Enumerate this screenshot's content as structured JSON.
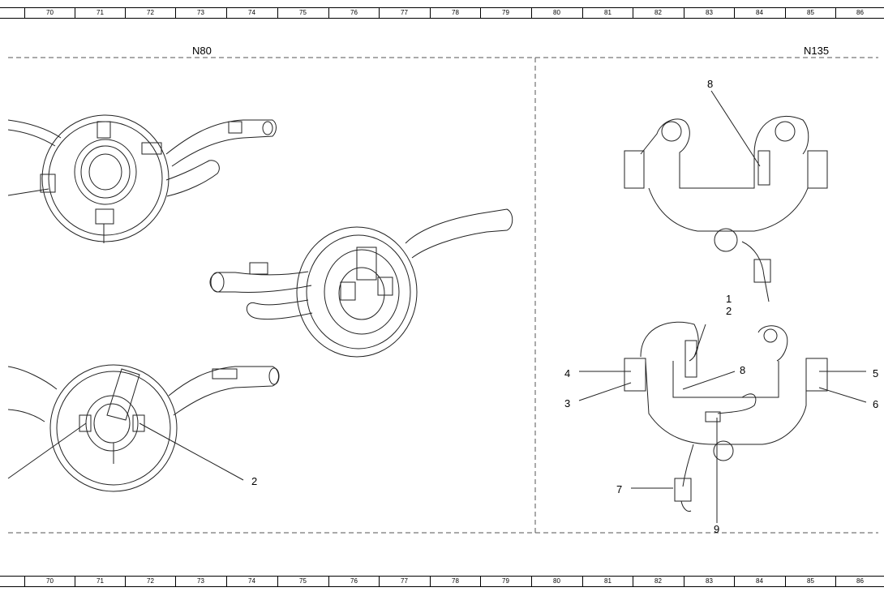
{
  "ruler": [
    "70",
    "71",
    "72",
    "73",
    "74",
    "75",
    "76",
    "77",
    "78",
    "79",
    "80",
    "81",
    "82",
    "83",
    "84",
    "85",
    "86"
  ],
  "sections": {
    "left": {
      "title": "N80"
    },
    "right": {
      "title": "N135"
    }
  },
  "callouts": {
    "left_2": "2",
    "r_top_8": "8",
    "r_1": "1",
    "r_2": "2",
    "r_3": "3",
    "r_4": "4",
    "r_5": "5",
    "r_6": "6",
    "r_7": "7",
    "r_8": "8",
    "r_9": "9"
  }
}
